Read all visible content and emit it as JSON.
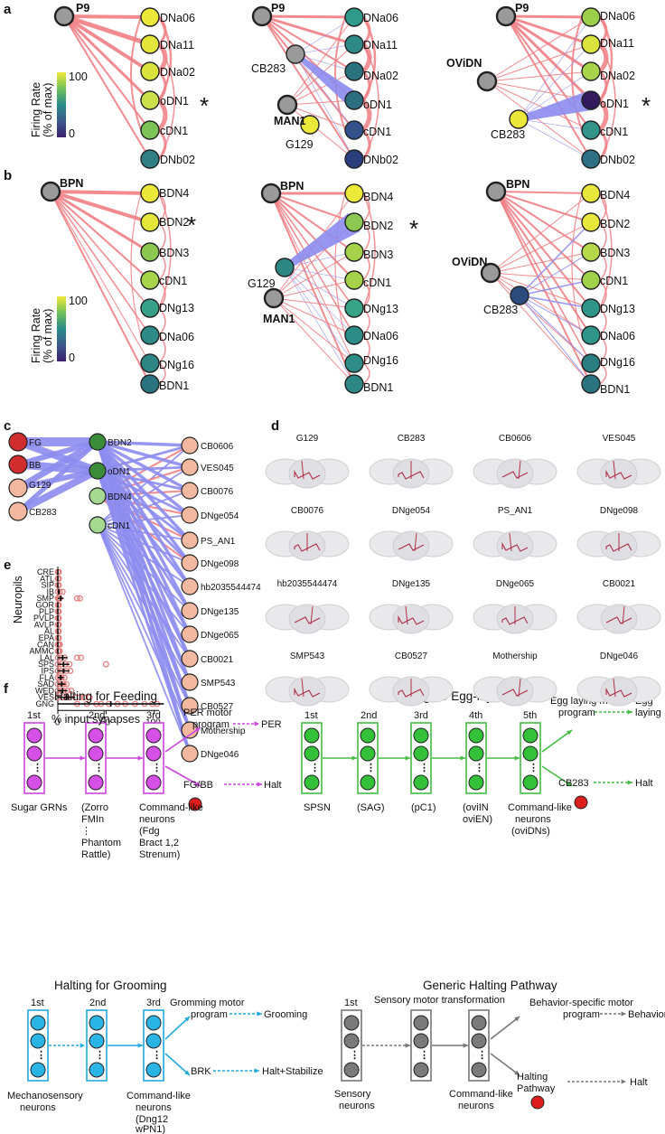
{
  "panels": {
    "a": "a",
    "b": "b",
    "c": "c",
    "d": "d",
    "e": "e",
    "f": "f"
  },
  "colorbar": {
    "title_line1": "Firing Rate",
    "title_line2": "(% of max)",
    "max": "100",
    "min": "0"
  },
  "colors": {
    "excitatory_edge": "#f07f85",
    "inhibitory_edge": "#8c8cf0",
    "gray_node": "#9a9a9a",
    "asterisk_blue": "#5a8fd6",
    "asterisk_purple": "#8f3f9f",
    "feeding": "#cc44dd",
    "egg": "#44bb44",
    "grooming": "#22aadd",
    "generic": "#777777"
  },
  "panel_a": {
    "sources": [
      "P9",
      "CB283",
      "MAN1",
      "G129",
      "OViDN"
    ],
    "targets": [
      "DNa06",
      "DNa11",
      "DNa02",
      "oDN1",
      "cDN1",
      "DNb02"
    ],
    "star": "*"
  },
  "panel_b": {
    "sources": [
      "BPN",
      "G129",
      "MAN1",
      "OViDN",
      "CB283"
    ],
    "targets": [
      "BDN4",
      "BDN2",
      "BDN3",
      "cDN1",
      "DNg13",
      "DNa06",
      "DNg16",
      "BDN1"
    ],
    "star": "*"
  },
  "panel_c": {
    "sources": [
      "FG",
      "BB",
      "G129",
      "CB283"
    ],
    "middle": [
      "BDN2",
      "oDN1",
      "BDN4",
      "cDN1"
    ],
    "targets": [
      "CB0606",
      "VES045",
      "CB0076",
      "DNge054",
      "PS_AN1",
      "DNge098",
      "hb2035544474",
      "DNge135",
      "DNge065",
      "CB0021",
      "SMP543",
      "CB0527",
      "Mothership",
      "DNge046"
    ]
  },
  "panel_d": {
    "neurons": [
      "G129",
      "CB283",
      "CB0606",
      "VES045",
      "CB0076",
      "DNge054",
      "PS_AN1",
      "DNge098",
      "hb2035544474",
      "DNge135",
      "DNge065",
      "CB0021",
      "SMP543",
      "CB0527",
      "Mothership",
      "DNge046"
    ]
  },
  "panel_e": {
    "ylabel": "Neuropils",
    "xlabel": "% input synapses",
    "neuropils": [
      "CRE",
      "ATL",
      "SIP",
      "IB",
      "SMP",
      "GOR",
      "PLP",
      "PVLP",
      "AVLP",
      "AL",
      "EPA",
      "CAN",
      "AMMC",
      "LAL",
      "SPS",
      "IPS",
      "FLA",
      "SAD",
      "WED",
      "VES",
      "GNG"
    ],
    "xticks": [
      "0",
      "50",
      "100"
    ]
  },
  "chart_data": {
    "type": "scatter",
    "title": "",
    "xlabel": "% input synapses",
    "ylabel": "Neuropils",
    "xlim": [
      0,
      105
    ],
    "categories": [
      "CRE",
      "ATL",
      "SIP",
      "IB",
      "SMP",
      "GOR",
      "PLP",
      "PVLP",
      "AVLP",
      "AL",
      "EPA",
      "CAN",
      "AMMC",
      "LAL",
      "SPS",
      "IPS",
      "FLA",
      "SAD",
      "WED",
      "VES",
      "GNG"
    ],
    "points": {
      "CRE": [
        0,
        1
      ],
      "ATL": [
        0,
        1
      ],
      "SIP": [
        0,
        1
      ],
      "IB": [
        0,
        2,
        5
      ],
      "SMP": [
        0,
        1,
        2,
        20,
        23
      ],
      "GOR": [
        0,
        1
      ],
      "PLP": [
        0,
        1
      ],
      "PVLP": [
        0,
        1
      ],
      "AVLP": [
        0,
        1
      ],
      "AL": [
        0,
        1
      ],
      "EPA": [
        0,
        1
      ],
      "CAN": [
        0,
        1,
        2
      ],
      "AMMC": [
        0,
        1,
        2
      ],
      "LAL": [
        0,
        3,
        7,
        20,
        24
      ],
      "SPS": [
        0,
        3,
        8,
        12,
        50
      ],
      "IPS": [
        0,
        3,
        9,
        13
      ],
      "FLA": [
        0,
        2,
        4,
        7
      ],
      "SAD": [
        0,
        3,
        6,
        9
      ],
      "WED": [
        0,
        3,
        6,
        10,
        14
      ],
      "VES": [
        0,
        5,
        10,
        18,
        23,
        27,
        33
      ],
      "GNG": [
        20,
        30,
        40,
        45,
        53,
        62,
        70,
        80,
        90,
        98,
        103
      ]
    },
    "means": {
      "CRE": 0,
      "ATL": 0,
      "SIP": 0,
      "IB": 1,
      "SMP": 3,
      "GOR": 0,
      "PLP": 0,
      "PVLP": 0,
      "AVLP": 0,
      "AL": 0,
      "EPA": 0,
      "CAN": 0,
      "AMMC": 0,
      "LAL": 5,
      "SPS": 6,
      "IPS": 6,
      "FLA": 3,
      "SAD": 4,
      "WED": 5,
      "VES": 9,
      "GNG": 55
    }
  },
  "panel_f": {
    "feeding": {
      "title": "Halting for Feeding",
      "stages": [
        "1st",
        "2nd",
        "3rd"
      ],
      "captions": [
        "Sugar GRNs",
        "(Zorro",
        "FMIn",
        "⋮",
        "Phantom",
        "Rattle)",
        "Command-like",
        "neurons",
        "(Fdg",
        "Bract 1,2",
        "Strenum)"
      ],
      "motor1": "PER motor",
      "motor2": "program",
      "motor_out": "PER",
      "halt_in": "FG/BB",
      "halt_out": "Halt"
    },
    "egg": {
      "title": "Halting for Egg-laying",
      "stages": [
        "1st",
        "2nd",
        "3rd",
        "4th",
        "5th"
      ],
      "captions": [
        "SPSN",
        "(SAG)",
        "(pC1)",
        "(oviIN",
        "oviEN)",
        "Command-like",
        "neurons",
        "(oviDNs)"
      ],
      "motor1": "Egg laying motor",
      "motor2": "program",
      "motor_out1": "Egg",
      "motor_out2": "laying",
      "halt_in": "CB283",
      "halt_out": "Halt"
    },
    "grooming": {
      "title": "Halting for Grooming",
      "stages": [
        "1st",
        "2nd",
        "3rd"
      ],
      "captions": [
        "Mechanosensory",
        "neurons",
        "Command-like",
        "neurons",
        "(Dng12",
        "wPN1)"
      ],
      "motor1": "Gromming motor",
      "motor2": "program",
      "motor_out": "Grooming",
      "halt_in": "BRK",
      "halt_out": "Halt+Stabilize"
    },
    "generic": {
      "title": "Generic Halting Pathway",
      "stages": [
        "1st"
      ],
      "transform": "Sensory motor transformation",
      "captions": [
        "Sensory",
        "neurons",
        "Command-like",
        "neurons"
      ],
      "motor1": "Behavior-specific motor",
      "motor2": "program",
      "motor_out": "Behavior",
      "halt_in1": "Halting",
      "halt_in2": "Pathway",
      "halt_out": "Halt"
    }
  }
}
